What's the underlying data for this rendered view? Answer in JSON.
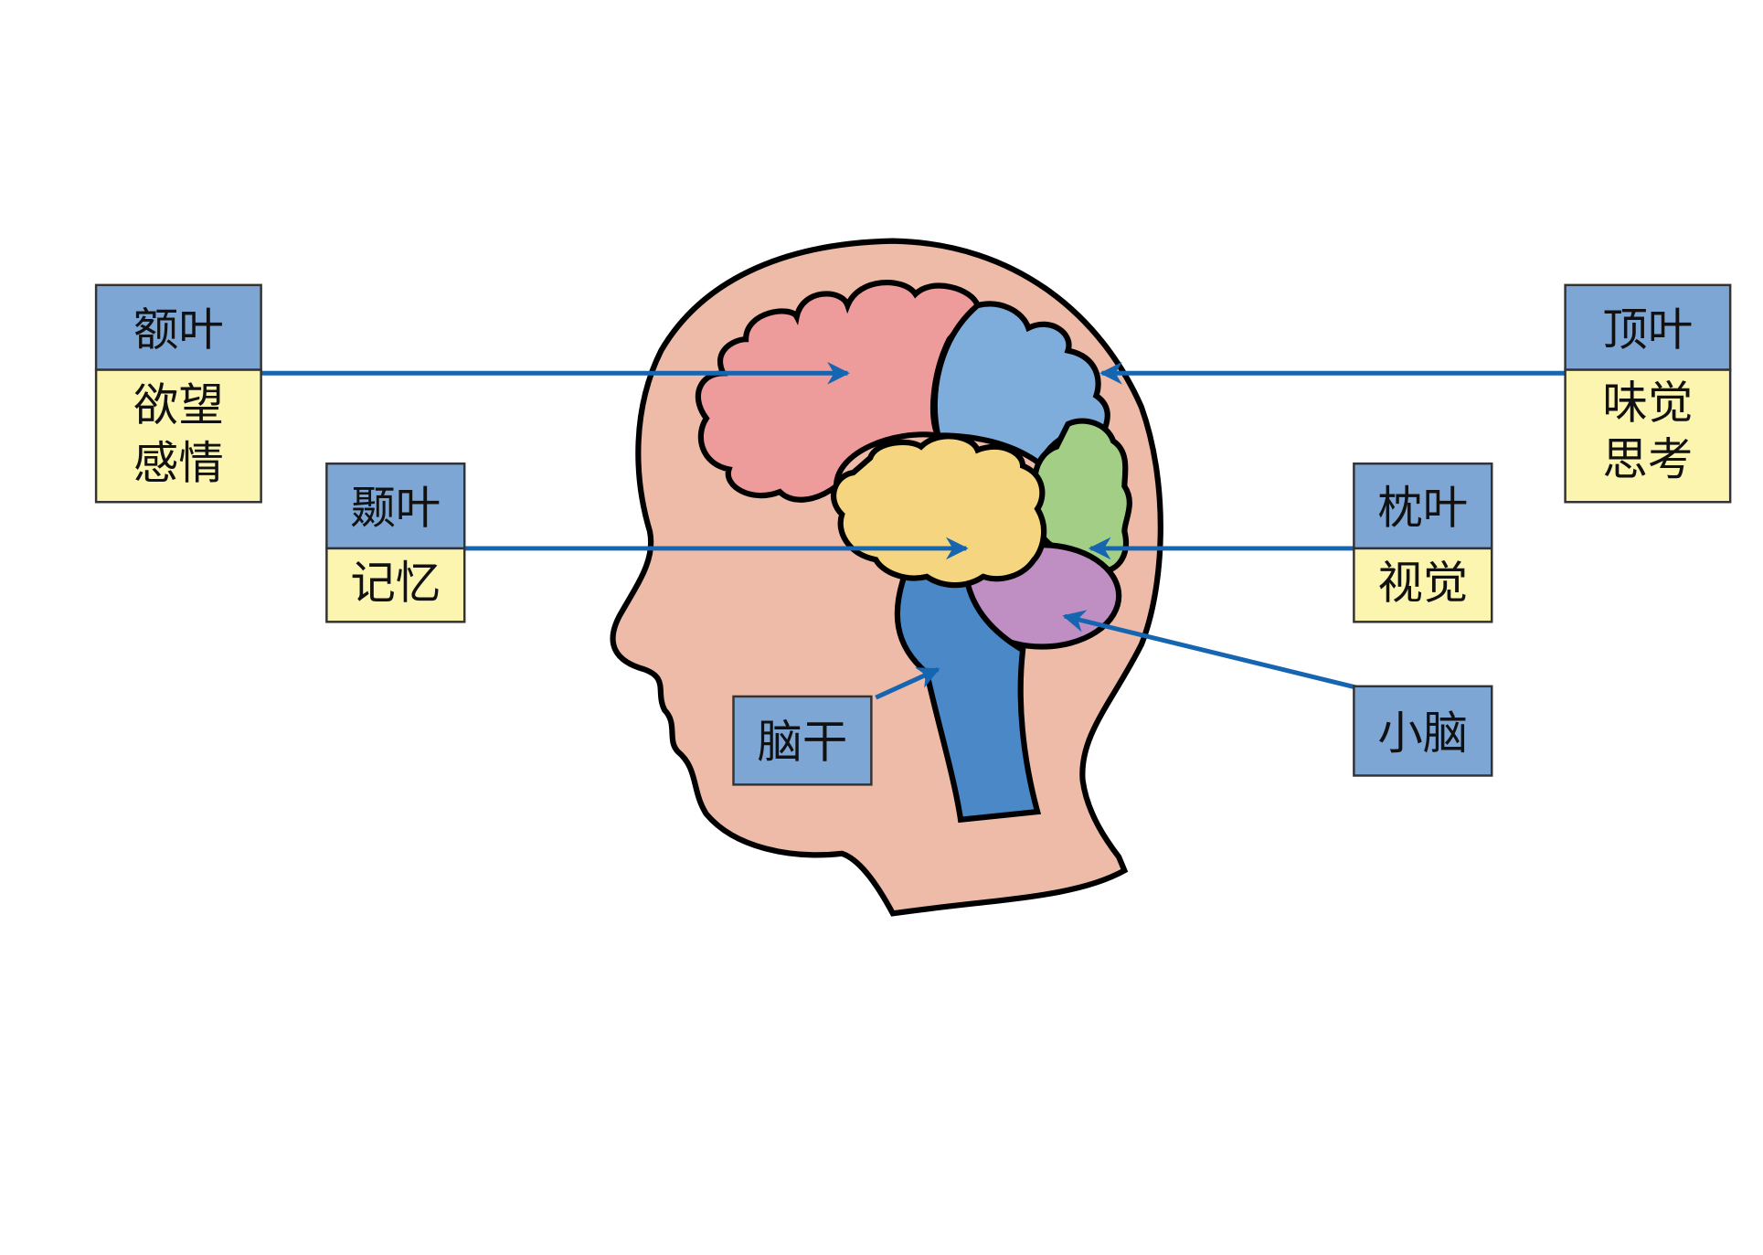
{
  "colors": {
    "skin": "#EDBBA8",
    "frontal": "#EE9B9B",
    "parietal": "#7FADDB",
    "temporal": "#F5D580",
    "occipital": "#A2CE86",
    "cerebellum": "#BF8EC3",
    "brainstem": "#4A88C8",
    "label_header": "#7EA6D4",
    "label_body": "#FBF5B0",
    "arrow": "#1565B0"
  },
  "labels": {
    "frontal": {
      "name": "额叶",
      "functions": [
        "欲望",
        "感情"
      ]
    },
    "parietal": {
      "name": "顶叶",
      "functions": [
        "味觉",
        "思考"
      ]
    },
    "temporal": {
      "name": "颞叶",
      "functions": [
        "记忆"
      ]
    },
    "occipital": {
      "name": "枕叶",
      "functions": [
        "视觉"
      ]
    },
    "brainstem": {
      "name": "脑干"
    },
    "cerebellum": {
      "name": "小脑"
    }
  }
}
